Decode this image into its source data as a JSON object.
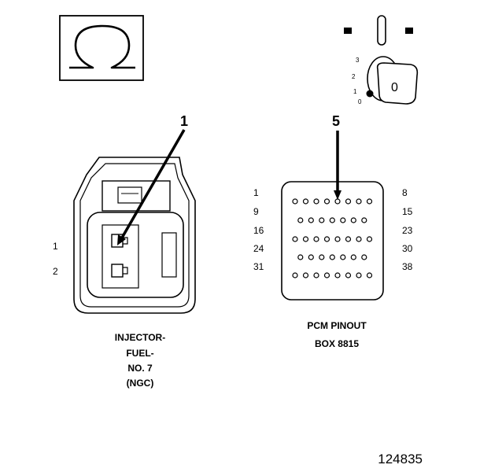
{
  "ohm_symbol": "Ω",
  "ignition_key": {
    "positions": [
      "3",
      "2",
      "1",
      "0"
    ],
    "key_label": "0"
  },
  "connector": {
    "callout": "1",
    "pin_labels": [
      "1",
      "2"
    ],
    "caption": [
      "INJECTOR-",
      "FUEL-",
      "NO. 7",
      "(NGC)"
    ]
  },
  "pcm": {
    "callout": "5",
    "rows": [
      {
        "start": "1",
        "end": "8",
        "pins": 8
      },
      {
        "start": "9",
        "end": "15",
        "pins": 7
      },
      {
        "start": "16",
        "end": "23",
        "pins": 8
      },
      {
        "start": "24",
        "end": "30",
        "pins": 7
      },
      {
        "start": "31",
        "end": "38",
        "pins": 8
      }
    ],
    "caption": [
      "PCM PINOUT",
      "BOX 8815"
    ]
  },
  "figure_number": "124835"
}
